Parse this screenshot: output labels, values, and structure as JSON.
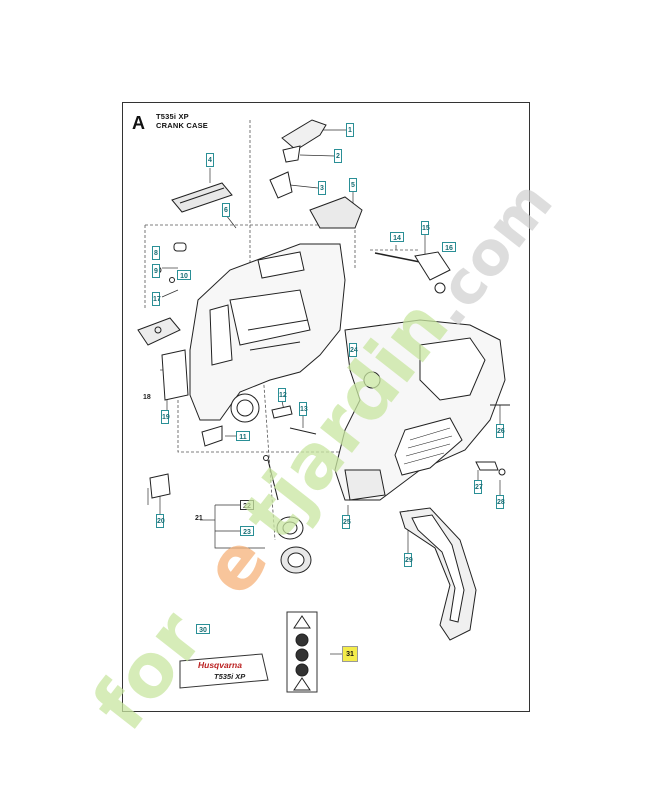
{
  "header": {
    "section_letter": "A",
    "model": "T535i XP",
    "subtitle": "CRANK CASE"
  },
  "callouts": [
    {
      "label": "1"
    },
    {
      "label": "2"
    },
    {
      "label": "3"
    },
    {
      "label": "4"
    },
    {
      "label": "5"
    },
    {
      "label": "6"
    },
    {
      "label": "8"
    },
    {
      "label": "9"
    },
    {
      "label": "10"
    },
    {
      "label": "11"
    },
    {
      "label": "12"
    },
    {
      "label": "13"
    },
    {
      "label": "14"
    },
    {
      "label": "15"
    },
    {
      "label": "16"
    },
    {
      "label": "17"
    },
    {
      "label": "18"
    },
    {
      "label": "19"
    },
    {
      "label": "20"
    },
    {
      "label": "21"
    },
    {
      "label": "22"
    },
    {
      "label": "23"
    },
    {
      "label": "24"
    },
    {
      "label": "25"
    },
    {
      "label": "26"
    },
    {
      "label": "27"
    },
    {
      "label": "28"
    },
    {
      "label": "29"
    },
    {
      "label": "30"
    },
    {
      "label": "31"
    }
  ],
  "decal": {
    "brand": "Husqvarna",
    "model": "T535i XP"
  },
  "watermark": {
    "text": "foretjardin.com",
    "colors": {
      "green": "#c8e6a0",
      "orange": "#f5b27a",
      "gray": "#cfcfcf"
    }
  }
}
